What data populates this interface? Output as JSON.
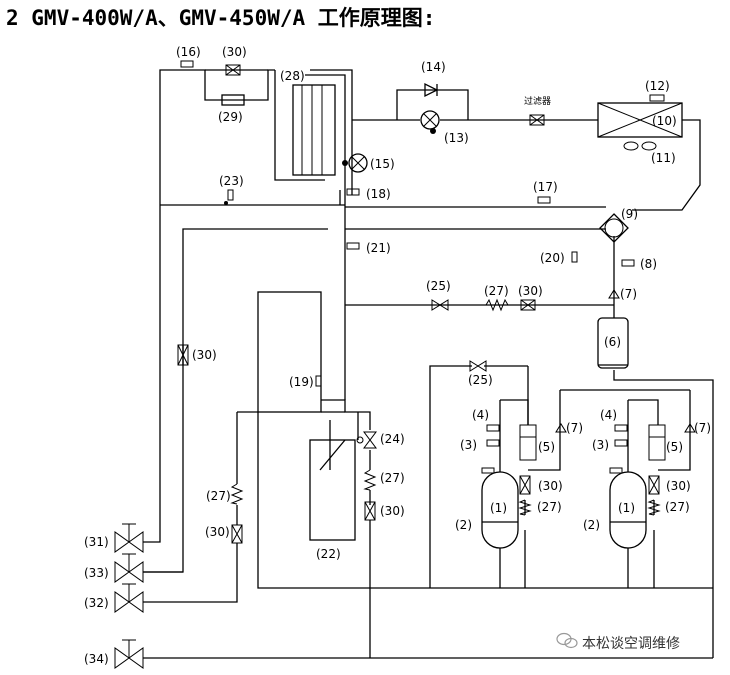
{
  "title": "2 GMV-400W/A、GMV-450W/A 工作原理图:",
  "labels": {
    "c1": "(1)",
    "c2": "(2)",
    "c3": "(3)",
    "c4": "(4)",
    "c5": "(5)",
    "c6": "(6)",
    "c7": "(7)",
    "c8": "(8)",
    "c9": "(9)",
    "c10": "(10)",
    "c11": "(11)",
    "c12": "(12)",
    "c13": "(13)",
    "c14": "(14)",
    "c15": "(15)",
    "c16": "(16)",
    "c17": "(17)",
    "c18": "(18)",
    "c19": "(19)",
    "c20": "(20)",
    "c21": "(21)",
    "c22": "(22)",
    "c23": "(23)",
    "c24": "(24)",
    "c25": "(25)",
    "c27": "(27)",
    "c28": "(28)",
    "c29": "(29)",
    "c30": "(30)",
    "c31": "(31)",
    "c32": "(32)",
    "c33": "(33)",
    "c34": "(34)"
  },
  "filter_text": "过滤器",
  "watermark": "本松谈空调维修"
}
